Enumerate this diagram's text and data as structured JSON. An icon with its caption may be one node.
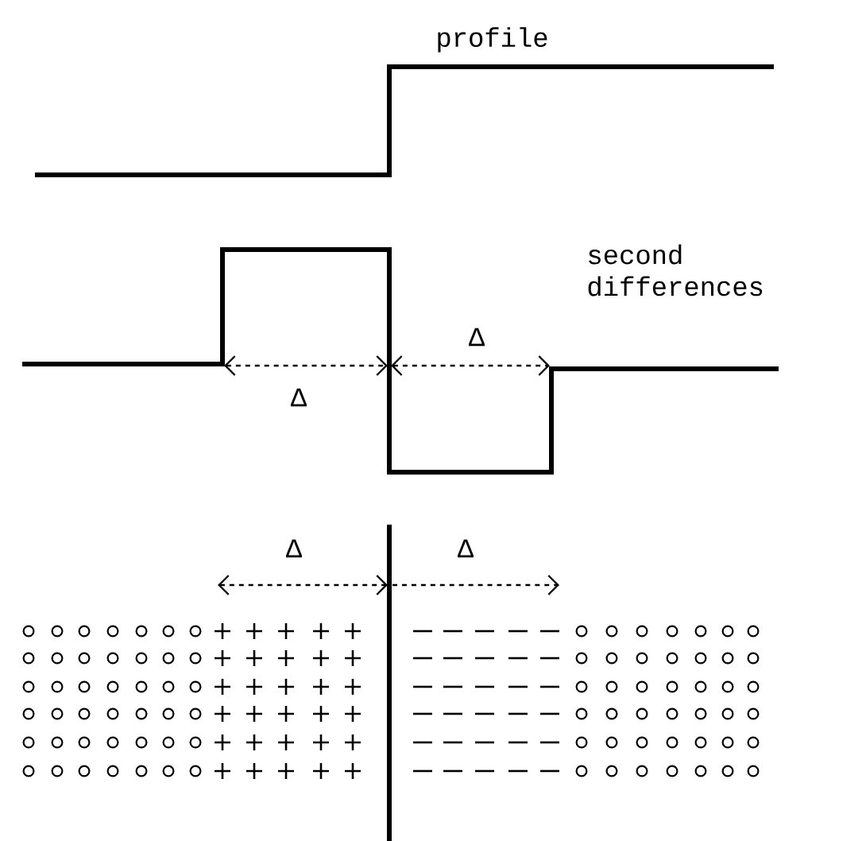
{
  "diagram": {
    "labels": [
      "profile",
      "second differences",
      "Δ",
      "Δ",
      "Δ",
      "Δ"
    ]
  }
}
